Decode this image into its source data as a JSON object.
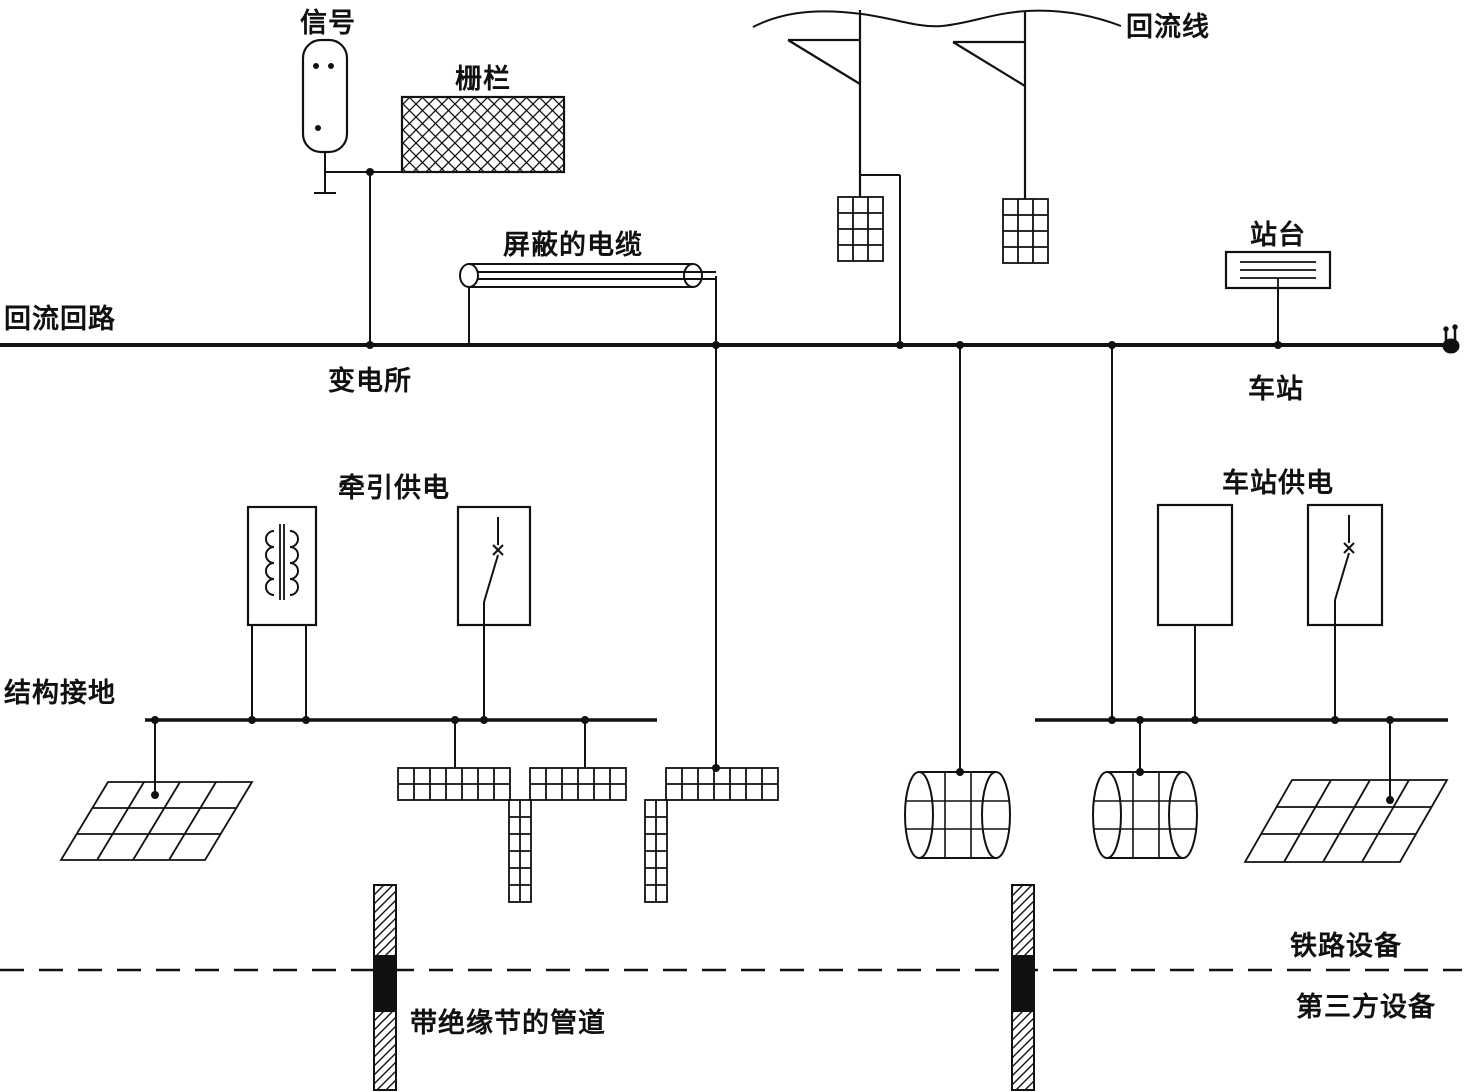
{
  "diagram": {
    "labels": {
      "signal": "信号",
      "fence": "栅栏",
      "shielded_cable": "屏蔽的电缆",
      "return_wire": "回流线",
      "platform": "站台",
      "return_circuit": "回流回路",
      "substation": "变电所",
      "station": "车站",
      "traction_supply": "牵引供电",
      "station_supply": "车站供电",
      "structure_ground": "结构接地",
      "railway_equipment": "铁路设备",
      "third_party_equipment": "第三方设备",
      "insulated_pipeline": "带绝缘节的管道"
    },
    "colors": {
      "line": "#111111",
      "background": "#ffffff"
    }
  }
}
